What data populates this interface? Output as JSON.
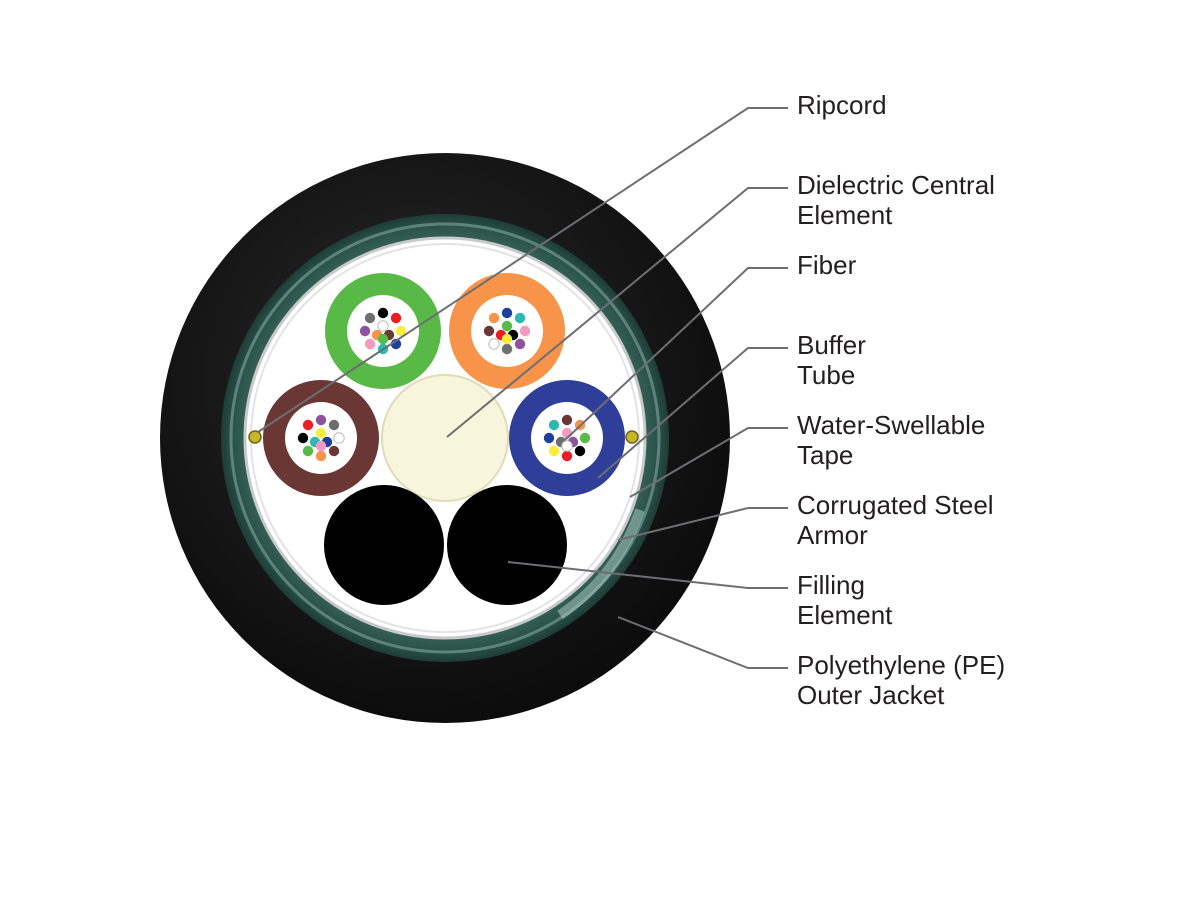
{
  "diagram": {
    "labels": [
      {
        "id": "ripcord",
        "lines": [
          "Ripcord"
        ]
      },
      {
        "id": "central",
        "lines": [
          "Dielectric Central",
          "Element"
        ]
      },
      {
        "id": "fiber",
        "lines": [
          "Fiber"
        ]
      },
      {
        "id": "buffer",
        "lines": [
          "Buffer",
          "Tube"
        ]
      },
      {
        "id": "tape",
        "lines": [
          "Water-Swellable",
          "Tape"
        ]
      },
      {
        "id": "armor",
        "lines": [
          "Corrugated Steel",
          "Armor"
        ]
      },
      {
        "id": "filling",
        "lines": [
          "Filling",
          "Element"
        ]
      },
      {
        "id": "jacket",
        "lines": [
          "Polyethylene (PE)",
          "Outer Jacket"
        ]
      }
    ],
    "colors": {
      "jacket": "#151515",
      "armor": "#2f5a50",
      "tape": "#ffffff",
      "central_element": "#f7f5dc",
      "filling_element": "#000000",
      "tube_green": "#58b947",
      "tube_orange": "#f7944a",
      "tube_brown": "#6b3734",
      "tube_blue": "#2f3f99",
      "leader_line": "#6d6e71",
      "label_text": "#231f20"
    },
    "fiber_colors": [
      "#000000",
      "#ed1c24",
      "#f7ed3a",
      "#1e3f9a",
      "#2eb8b1",
      "#f49ac1",
      "#8e52a0",
      "#6d6e71",
      "#ffffff",
      "#6b3734",
      "#f7944a",
      "#58b947"
    ]
  }
}
